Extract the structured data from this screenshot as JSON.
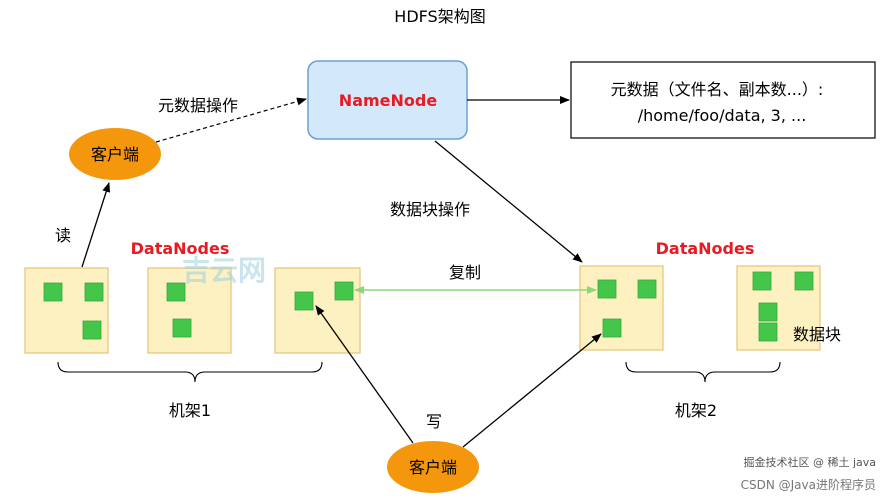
{
  "title": "HDFS架构图",
  "namenode": {
    "label": "NameNode"
  },
  "metadata": {
    "line1": "元数据（文件名、副本数...）:",
    "line2": "/home/foo/data, 3, ..."
  },
  "clients": {
    "top": "客户端",
    "bottom": "客户端"
  },
  "edges": {
    "metadata_op": "元数据操作",
    "block_op": "数据块操作",
    "read": "读",
    "write": "写",
    "replicate": "复制"
  },
  "datanodes": {
    "left_label": "DataNodes",
    "right_label": "DataNodes"
  },
  "racks": {
    "rack1": "机架1",
    "rack2": "机架2"
  },
  "block_label": "数据块",
  "watermark": {
    "center": "吉云网",
    "bottom_line1": "掘金技术社区 @ 稀土 java",
    "bottom_line2": "CSDN @Java进阶程序员"
  },
  "colors": {
    "namenode_fill": "#d4e8fb",
    "namenode_border": "#6c9fd1",
    "namenode_text": "#e51c23",
    "client_fill": "#f5970d",
    "datanode_fill": "#fdf0c1",
    "datanode_border": "#e3c57a",
    "block_fill": "#44c64a",
    "replicate_line": "#8fd87a",
    "datanode_text": "#e51c23"
  }
}
